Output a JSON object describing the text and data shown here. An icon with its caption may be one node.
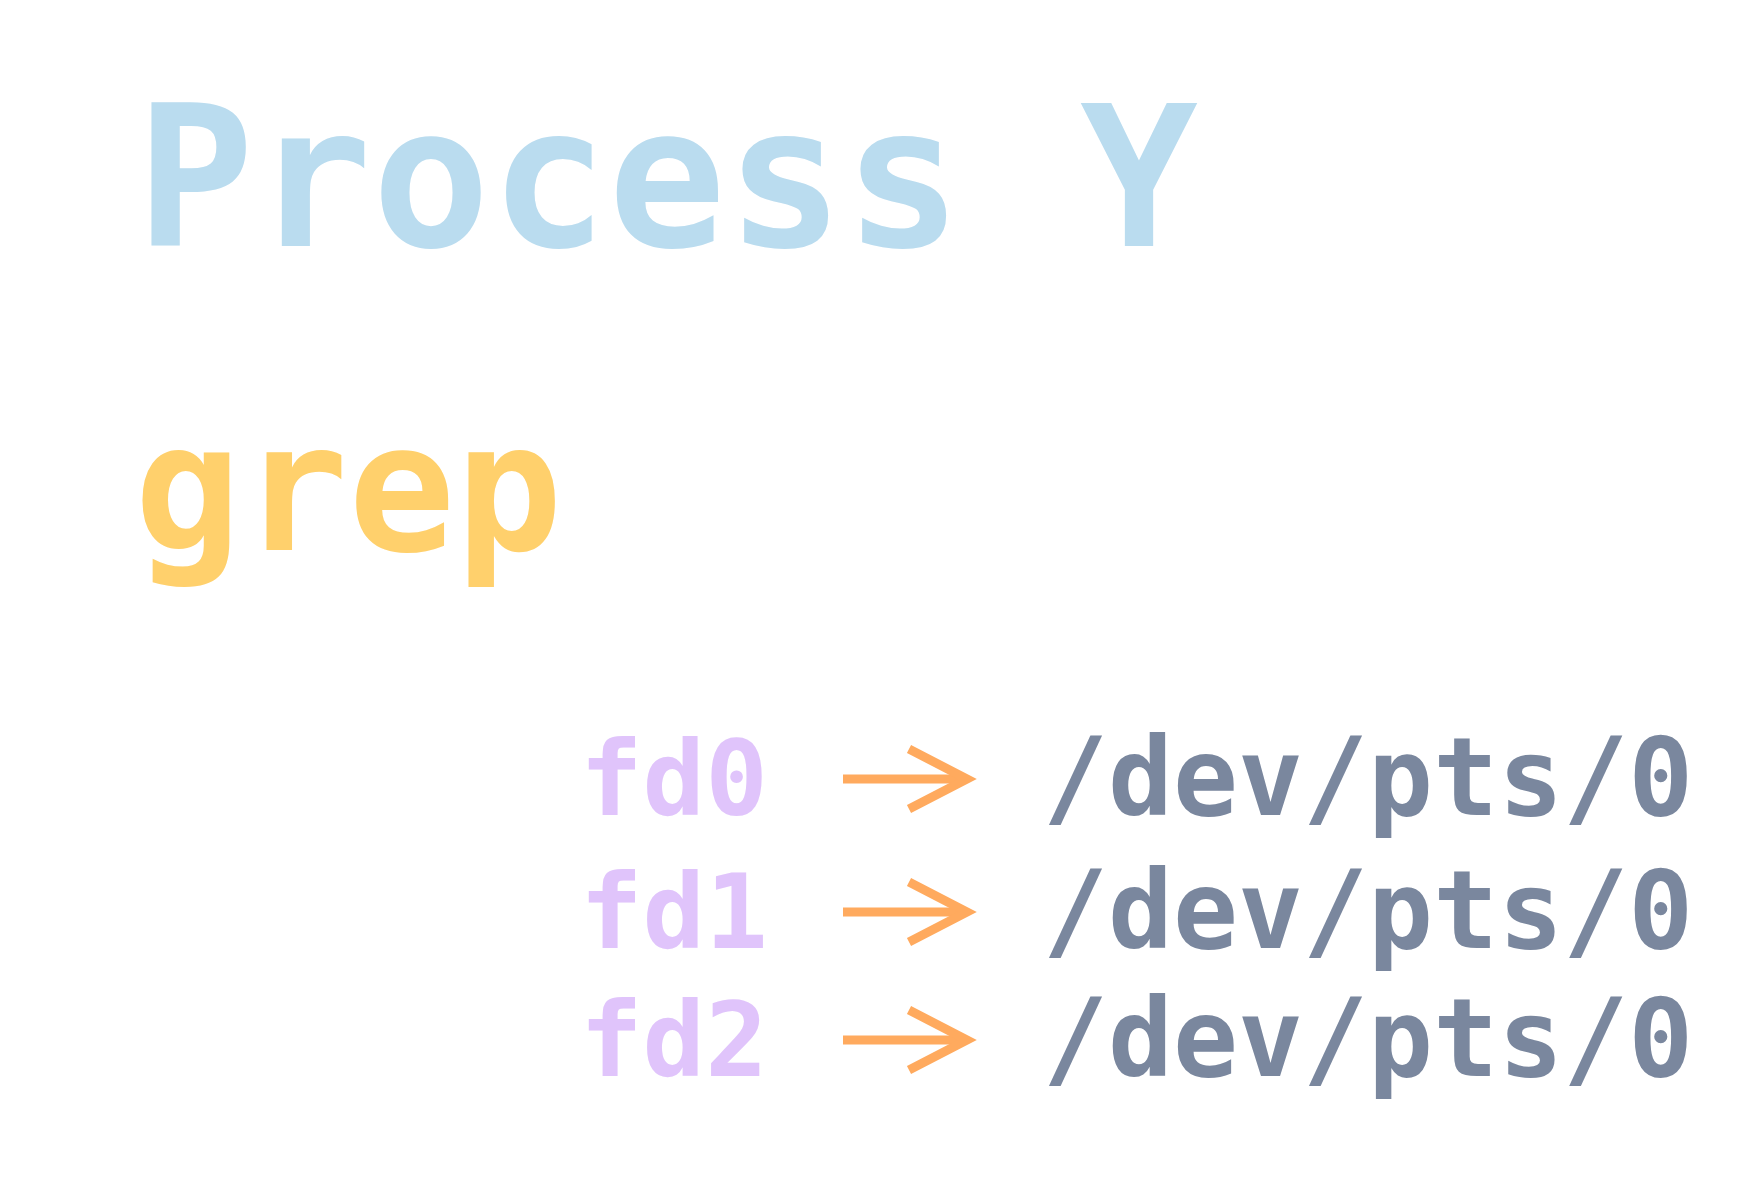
{
  "diagram": {
    "title": "Process Y",
    "nodes": [
      {
        "text": [
          "fd0"
        ]
      },
      {
        "text": [
          "/dev/pts/0"
        ]
      },
      {
        "text": [
          "fd1"
        ]
      },
      {
        "text": [
          "/dev/pts/0"
        ]
      },
      {
        "text": [
          "fd2"
        ]
      },
      {
        "text": [
          "/dev/pts/0"
        ]
      }
    ],
    "edges": [
      {
        "from": 0,
        "to": 1,
        "arrow": "to"
      },
      {
        "from": 2,
        "to": 3,
        "arrow": "to"
      },
      {
        "from": 4,
        "to": 5,
        "arrow": "to"
      }
    ],
    "labels": [
      "grep"
    ]
  }
}
